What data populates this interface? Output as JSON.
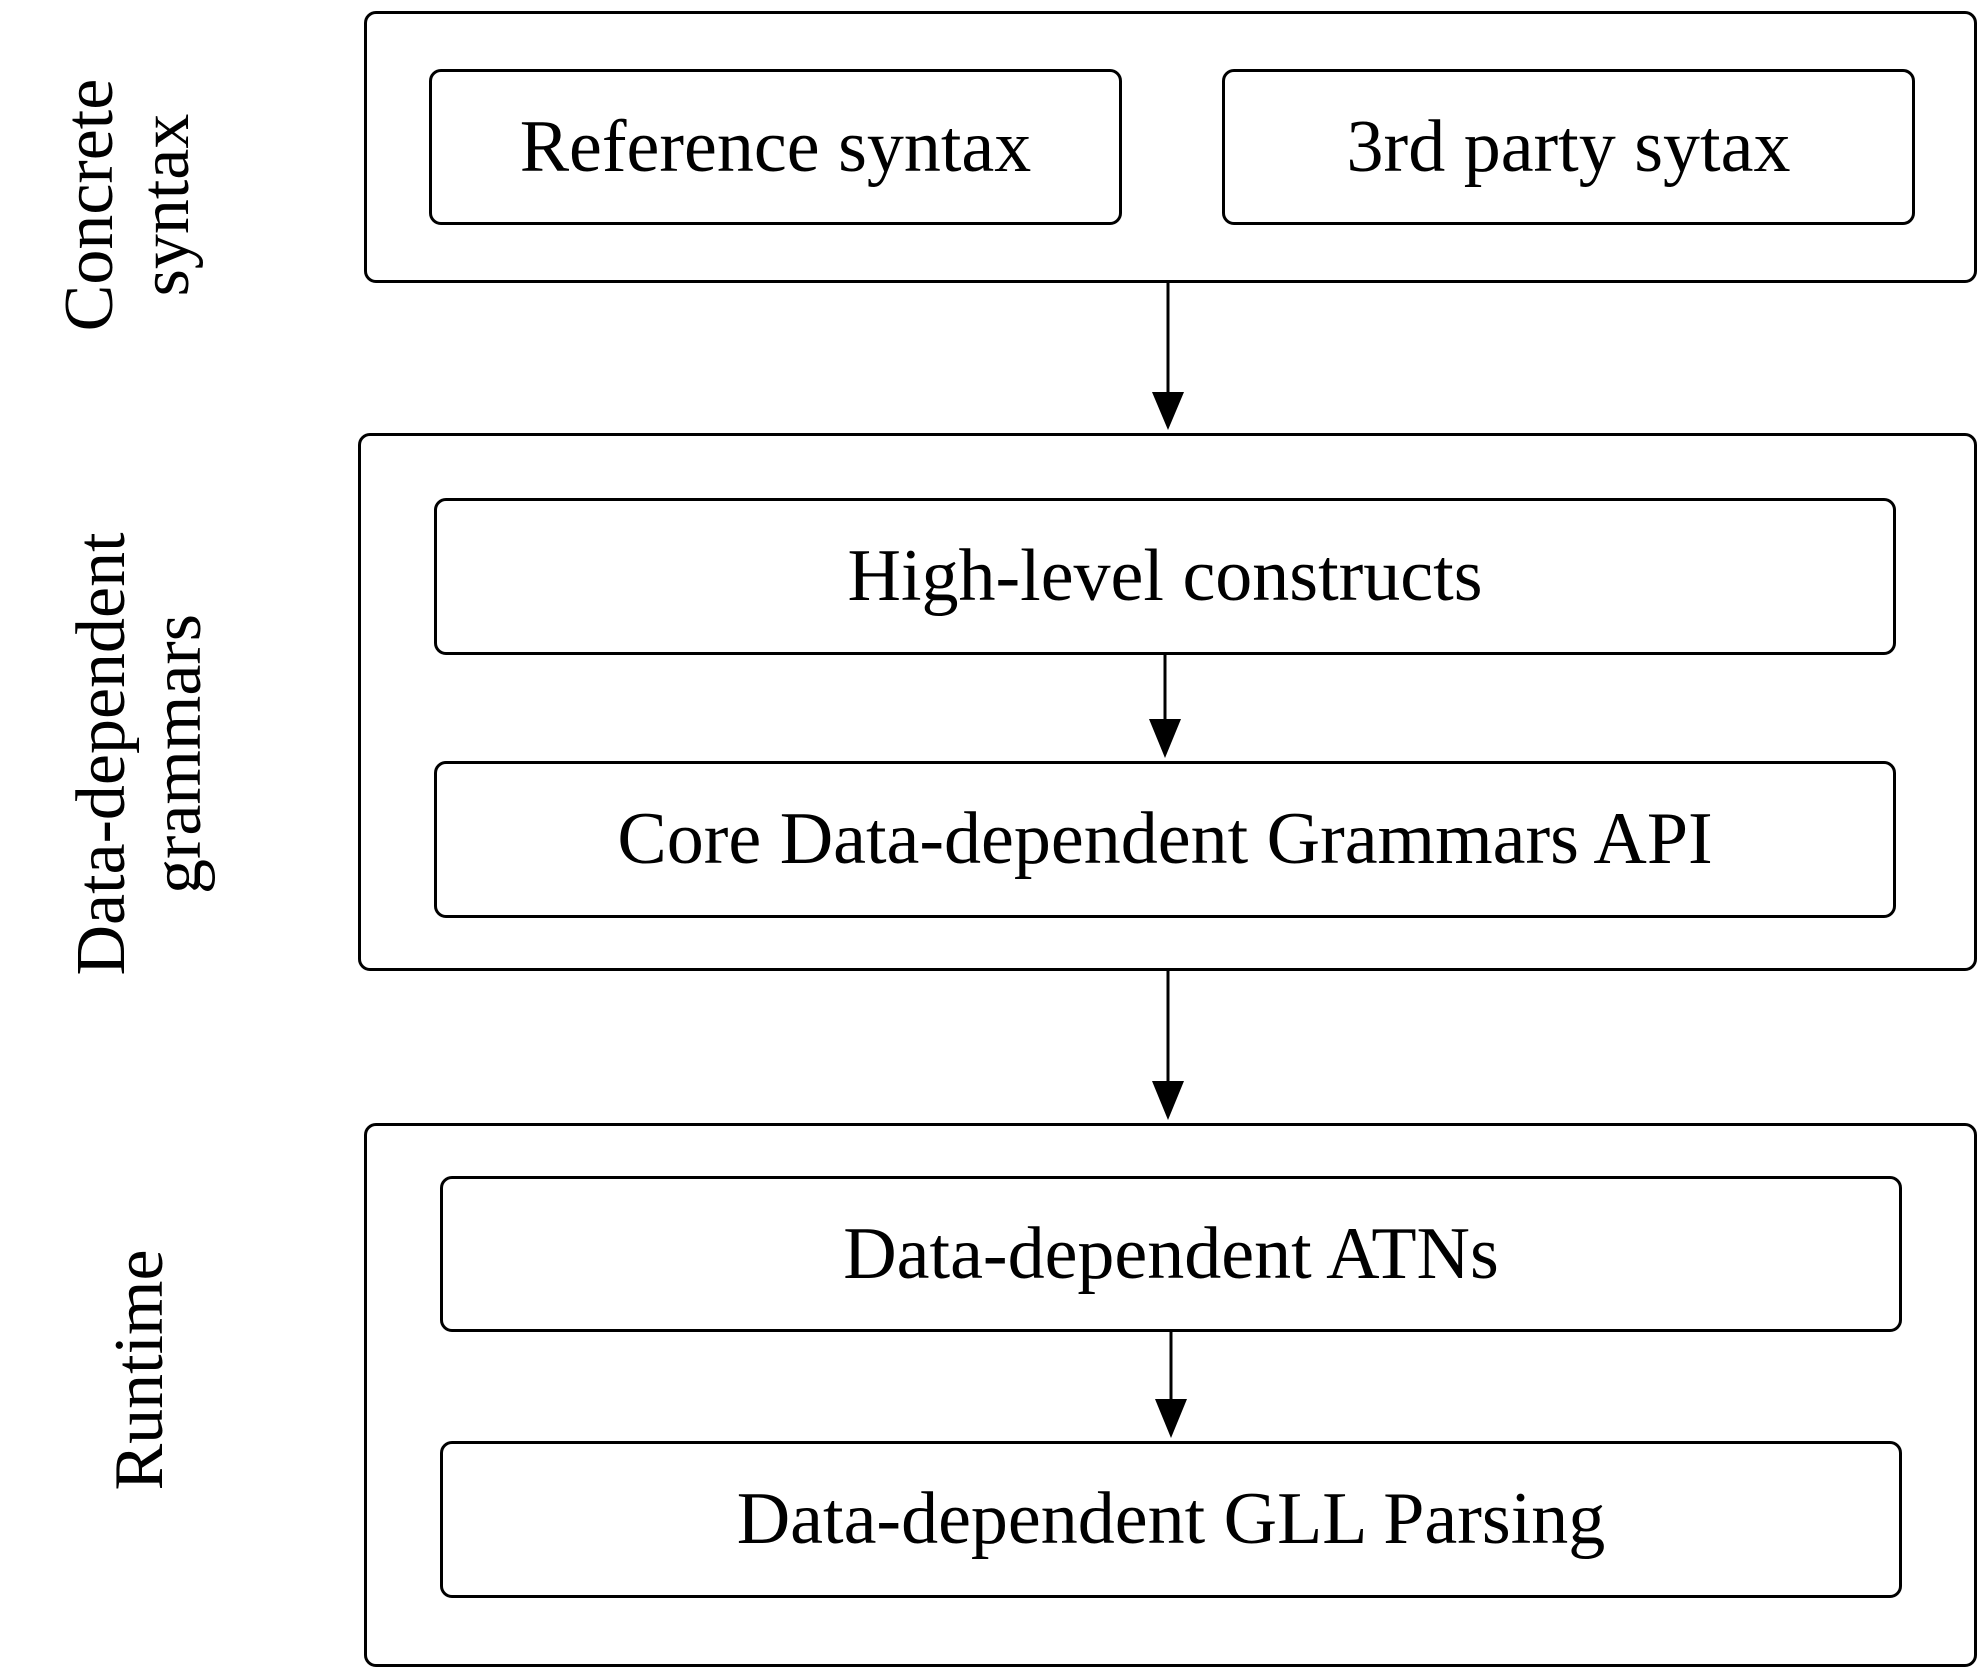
{
  "layers": [
    {
      "label_lines": [
        "Concrete",
        "syntax"
      ],
      "boxes": [
        "Reference syntax",
        "3rd party sytax"
      ]
    },
    {
      "label_lines": [
        "Data-dependent",
        "grammars"
      ],
      "boxes": [
        "High-level constructs",
        "Core Data-dependent Grammars API"
      ]
    },
    {
      "label_lines": [
        "Runtime"
      ],
      "boxes": [
        "Data-dependent ATNs",
        "Data-dependent GLL Parsing"
      ]
    }
  ],
  "colors": {
    "stroke": "#000000",
    "background": "#ffffff"
  }
}
